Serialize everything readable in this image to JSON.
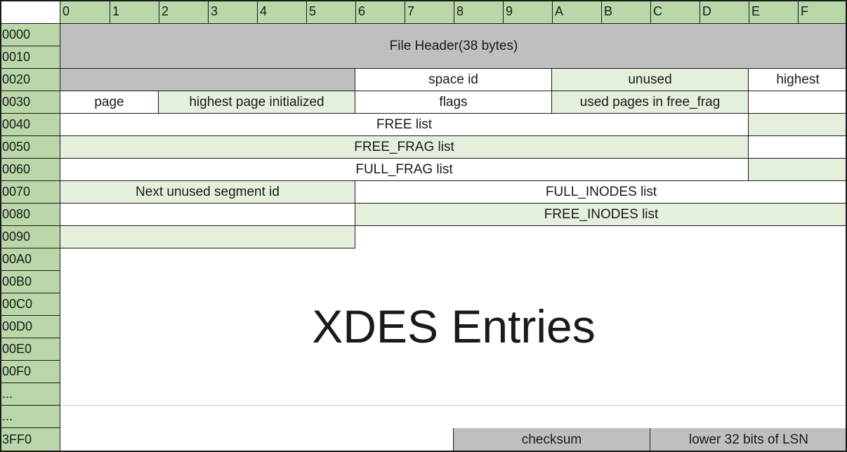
{
  "columns": [
    "0",
    "1",
    "2",
    "3",
    "4",
    "5",
    "6",
    "7",
    "8",
    "9",
    "A",
    "B",
    "C",
    "D",
    "E",
    "F"
  ],
  "rows": [
    "0000",
    "0010",
    "0020",
    "0030",
    "0040",
    "0050",
    "0060",
    "0070",
    "0080",
    "0090",
    "00A0",
    "00B0",
    "00C0",
    "00D0",
    "00E0",
    "00F0",
    "...",
    "...",
    "3FF0"
  ],
  "colors": {
    "header": "#b9d7a8",
    "gray": "#bfbfbf",
    "green": "#e4efdc",
    "white": "#ffffff",
    "line": "#1a1a1a"
  },
  "fields": [
    {
      "name": "file-header-field",
      "label": "File Header(38 bytes)",
      "row": 0,
      "col": 0,
      "rowspan": 2,
      "colspan": 16,
      "fill": "gray"
    },
    {
      "name": "file-header-tail-field",
      "label": "",
      "row": 2,
      "col": 0,
      "rowspan": 1,
      "colspan": 6,
      "fill": "gray"
    },
    {
      "name": "space-id-field",
      "label": "space id",
      "row": 2,
      "col": 6,
      "rowspan": 1,
      "colspan": 4,
      "fill": "white"
    },
    {
      "name": "unused-field",
      "label": "unused",
      "row": 2,
      "col": 10,
      "rowspan": 1,
      "colspan": 4,
      "fill": "green"
    },
    {
      "name": "highest-page-field-start",
      "label": "highest",
      "row": 2,
      "col": 14,
      "rowspan": 1,
      "colspan": 2,
      "fill": "white"
    },
    {
      "name": "highest-page-field-end",
      "label": "page",
      "row": 3,
      "col": 0,
      "rowspan": 1,
      "colspan": 2,
      "fill": "white"
    },
    {
      "name": "highest-page-initialized-field",
      "label": "highest page initialized",
      "row": 3,
      "col": 2,
      "rowspan": 1,
      "colspan": 4,
      "fill": "green"
    },
    {
      "name": "flags-field",
      "label": "flags",
      "row": 3,
      "col": 6,
      "rowspan": 1,
      "colspan": 4,
      "fill": "white"
    },
    {
      "name": "used-pages-free-frag-field",
      "label": "used pages in free_frag",
      "row": 3,
      "col": 10,
      "rowspan": 1,
      "colspan": 4,
      "fill": "green"
    },
    {
      "name": "free-list-field-start",
      "label": "",
      "row": 3,
      "col": 14,
      "rowspan": 1,
      "colspan": 2,
      "fill": "white"
    },
    {
      "name": "free-list-field",
      "label": "FREE list",
      "row": 4,
      "col": 0,
      "rowspan": 1,
      "colspan": 14,
      "fill": "white"
    },
    {
      "name": "free-frag-list-field-start",
      "label": "",
      "row": 4,
      "col": 14,
      "rowspan": 1,
      "colspan": 2,
      "fill": "green"
    },
    {
      "name": "free-frag-list-field",
      "label": "FREE_FRAG list",
      "row": 5,
      "col": 0,
      "rowspan": 1,
      "colspan": 14,
      "fill": "green"
    },
    {
      "name": "full-frag-list-field-start",
      "label": "",
      "row": 5,
      "col": 14,
      "rowspan": 1,
      "colspan": 2,
      "fill": "white"
    },
    {
      "name": "full-frag-list-field",
      "label": "FULL_FRAG list",
      "row": 6,
      "col": 0,
      "rowspan": 1,
      "colspan": 14,
      "fill": "white"
    },
    {
      "name": "next-unused-segment-id-field-start",
      "label": "",
      "row": 6,
      "col": 14,
      "rowspan": 1,
      "colspan": 2,
      "fill": "green"
    },
    {
      "name": "next-unused-segment-id-field",
      "label": "Next unused segment id",
      "row": 7,
      "col": 0,
      "rowspan": 1,
      "colspan": 6,
      "fill": "green"
    },
    {
      "name": "full-inodes-list-field",
      "label": "FULL_INODES list",
      "row": 7,
      "col": 6,
      "rowspan": 1,
      "colspan": 10,
      "fill": "white"
    },
    {
      "name": "full-inodes-list-field-end",
      "label": "",
      "row": 8,
      "col": 0,
      "rowspan": 1,
      "colspan": 6,
      "fill": "white"
    },
    {
      "name": "free-inodes-list-field",
      "label": "FREE_INODES list",
      "row": 8,
      "col": 6,
      "rowspan": 1,
      "colspan": 10,
      "fill": "green"
    },
    {
      "name": "free-inodes-list-field-end",
      "label": "",
      "row": 9,
      "col": 0,
      "rowspan": 1,
      "colspan": 6,
      "fill": "green"
    },
    {
      "name": "empty-3ff0-field",
      "label": "",
      "row": 18,
      "col": 0,
      "rowspan": 1,
      "colspan": 8,
      "fill": "white"
    },
    {
      "name": "checksum-field",
      "label": "checksum",
      "row": 18,
      "col": 8,
      "rowspan": 1,
      "colspan": 4,
      "fill": "gray"
    },
    {
      "name": "lower-32-bits-lsn-field",
      "label": "lower 32 bits of LSN",
      "row": 18,
      "col": 12,
      "rowspan": 1,
      "colspan": 4,
      "fill": "gray"
    }
  ],
  "xdes": {
    "label": "XDES Entries"
  }
}
